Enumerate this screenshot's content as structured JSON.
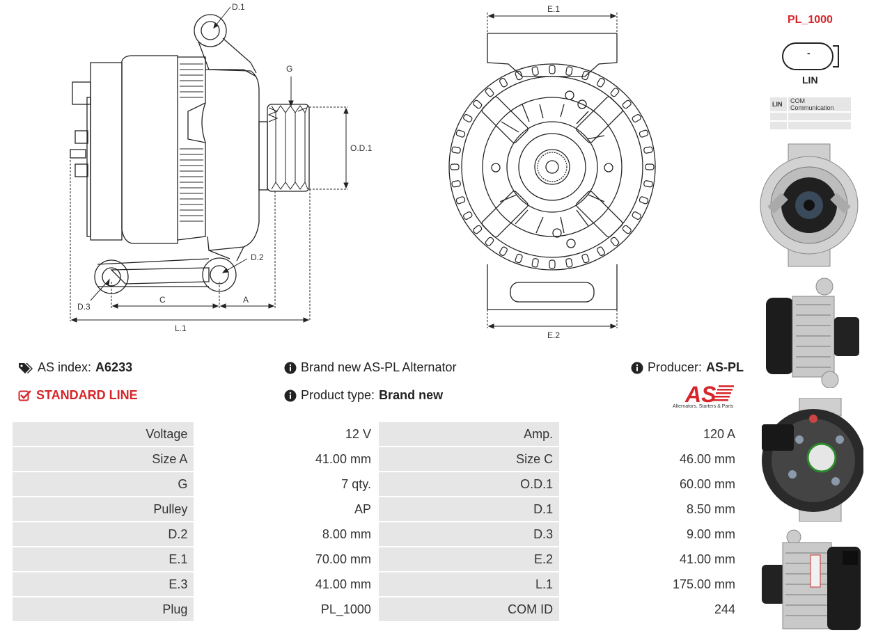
{
  "dimensions": {
    "d1": "D.1",
    "d2": "D.2",
    "d3": "D.3",
    "g": "G",
    "od1": "O.D.1",
    "c": "C",
    "a": "A",
    "l1": "L.1",
    "e1": "E.1",
    "e2": "E.2"
  },
  "info": {
    "as_index_label": "AS index:",
    "as_index_value": "A6233",
    "brand_text": "Brand new AS-PL Alternator",
    "producer_label": "Producer:",
    "producer_value": "AS-PL",
    "standard_line": "STANDARD LINE",
    "product_type_label": "Product type:",
    "product_type_value": "Brand new",
    "logo_text": "AS",
    "logo_tagline": "Alternators, Starters & Parts"
  },
  "plug": {
    "title": "PL_1000",
    "pin_symbol": "-",
    "pin_label": "LIN",
    "pins": [
      {
        "pin": "LIN",
        "desc": "COM Communication"
      },
      {
        "pin": "",
        "desc": ""
      },
      {
        "pin": "",
        "desc": ""
      }
    ]
  },
  "specs": [
    [
      "Voltage",
      "12 V",
      "Amp.",
      "120 A"
    ],
    [
      "Size A",
      "41.00 mm",
      "Size C",
      "46.00 mm"
    ],
    [
      "G",
      "7 qty.",
      "O.D.1",
      "60.00 mm"
    ],
    [
      "Pulley",
      "AP",
      "D.1",
      "8.50 mm"
    ],
    [
      "D.2",
      "8.00 mm",
      "D.3",
      "9.00 mm"
    ],
    [
      "E.1",
      "70.00 mm",
      "E.2",
      "41.00 mm"
    ],
    [
      "E.3",
      "41.00 mm",
      "L.1",
      "175.00 mm"
    ],
    [
      "Plug",
      "PL_1000",
      "COM ID",
      "244"
    ]
  ],
  "colors": {
    "accent_red": "#d6262b",
    "label_bg": "#e6e6e6"
  }
}
